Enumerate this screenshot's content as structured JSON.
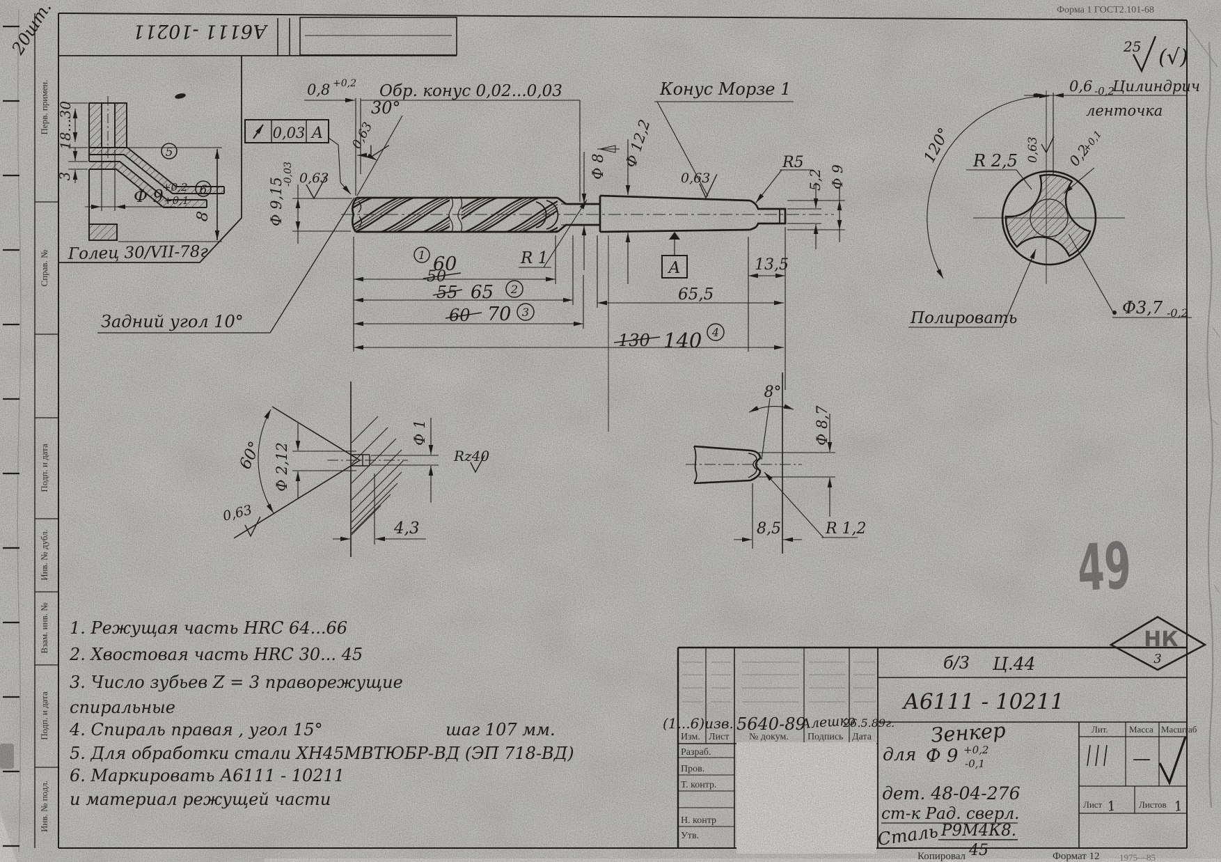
{
  "corner": {
    "designation": "А6111 -10211",
    "qty": "20шт.",
    "form_note": "Форма 1   ГОСТ2.101-68",
    "roughness": "25",
    "roughness_alt": "(√)"
  },
  "margin": {
    "labels": [
      "Перв. примен.",
      "Справ. №",
      "Подп. и дата",
      "Инв. № дубл.",
      "Взам. инв. №",
      "Подп. и дата",
      "Инв. № подл."
    ]
  },
  "sketch": {
    "len": "18...30",
    "wall": "3",
    "dia": "Ф 9",
    "tol_up": "+0,2",
    "tol_dn": "+0,1",
    "c5": "5",
    "c6": "6",
    "depth": "8",
    "sign": "Голец 30/VII-78г"
  },
  "main": {
    "chisel": "0,8",
    "chisel_tol": "+0,2",
    "back_taper": "Обр. конус 0,02...0,03",
    "angle": "30°",
    "rough": "0,63",
    "runout": "0,03",
    "datum": "А",
    "dia": "Ф 9,15",
    "dia_tol": "-0,03",
    "rear_angle": "Задний угол 10°",
    "morse": "Конус Морзе 1",
    "dia_neck": "Ф 8",
    "dia_shank": "Ф 12,2",
    "r_neck": "R 1",
    "r_tang": "R5",
    "tang_h": "5,2",
    "dia_end": "Ф 9",
    "tang_len": "13,5",
    "shank_len": "65,5",
    "d1_old": "50",
    "d1_new": "60",
    "n1": "1",
    "d2_old": "55",
    "d2_new": "65",
    "n2": "2",
    "d3_old": "60",
    "d3_new": "70",
    "n3": "3",
    "d4_old": "130",
    "d4_new": "140",
    "n4": "4"
  },
  "section": {
    "land": "0,6",
    "land_tol": "-0,2",
    "land_note1": "Цилиндрич",
    "land_note2": "ленточка",
    "angle": "120°",
    "r": "R 2,5",
    "rough": "0,63",
    "margin": "0,2",
    "margin_tol": "+0,1",
    "core": "Ф3,7",
    "core_tol": "-0,2",
    "polish": "Полировать"
  },
  "point_detail": {
    "angle": "60°",
    "dia": "Ф 2,12",
    "rough": "0,63",
    "dia2": "Ф 1",
    "rz": "Rz40",
    "len": "4,3"
  },
  "groove_detail": {
    "angle": "8°",
    "dia": "Ф 8,7",
    "len": "8,5",
    "r": "R 1,2"
  },
  "notes": {
    "l1": "1. Режущая   часть   HRC 64...66",
    "l2": "2. Хвостовая  часть   HRC 30... 45",
    "l3": "3. Число  зубьев   Z = 3    праворежущие",
    "l3b": "спиральные",
    "l4": "4. Спираль    правая  , угол 15°",
    "l4b": "шаг 107 мм.",
    "l5": "5. Для  обработки  стали  ХН45МВТЮБР-ВД (ЭП 718-ВД)",
    "l6": "6. Маркировать    А6111 - 10211",
    "l6b": "и   материал   режущей   части"
  },
  "tb": {
    "rev_note": "(1...6)изв.",
    "doc_no": "5640-89",
    "sig": "Алешко",
    "date": "26.5.89г.",
    "h_izm": "Изм.",
    "h_list": "Лист",
    "h_doc": "№ докум.",
    "h_sign": "Подпись",
    "h_date": "Дата",
    "r1": "Разраб.",
    "r2": "Пров.",
    "r3": "Т. контр.",
    "r4": "Н. контр",
    "r5": "Утв.",
    "code": "б/3",
    "code2": "Ц.44",
    "designation": "А6111 - 10211",
    "name1": "Зенкер",
    "name2": "для",
    "name_dia": "Ф 9",
    "tol_up": "+0,2",
    "tol_dn": "-0,1",
    "detail": "дет.  48-04-276",
    "machine": "ст-к Рад. сверл.",
    "mat": "Сталь",
    "mat_num": "Р9М4К8.",
    "mat_den": "45",
    "lit": "Лит.",
    "mass": "Масса",
    "scale": "Масштаб",
    "mass_val": "—",
    "sheet": "Лист",
    "sheet_val": "1",
    "sheets": "Листов",
    "sheets_val": "1",
    "stamp_nk": "НК",
    "stamp_nk_num": "3"
  },
  "stamps": {
    "page": "49"
  },
  "footer": {
    "copied": "Копировал",
    "format": "Формат 12",
    "code": "1975—85"
  }
}
